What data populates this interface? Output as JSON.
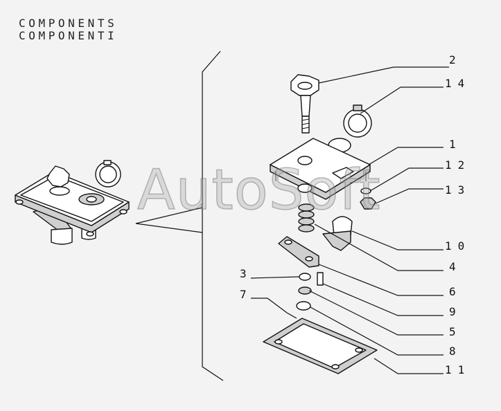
{
  "titles": [
    "COMPONENTS",
    "COMPONENTI"
  ],
  "watermark": "AutoSoft",
  "callouts": [
    "2",
    "14",
    "1",
    "12",
    "13",
    "10",
    "4",
    "6",
    "9",
    "5",
    "8",
    "11",
    "3",
    "7"
  ]
}
